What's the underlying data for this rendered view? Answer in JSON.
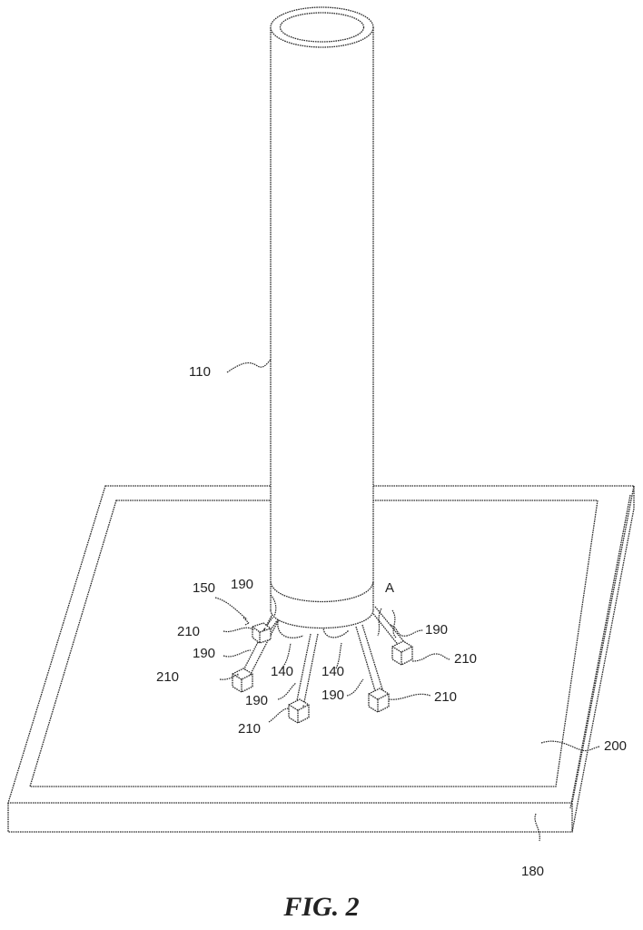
{
  "figure": {
    "caption": "FIG. 2",
    "labels": {
      "tube": "110",
      "assembly": "150",
      "section": "A",
      "plate_top": "200",
      "plate_edge": "180",
      "pad_140_left": "140",
      "pad_140_right": "140",
      "leg_190_top_left": "190",
      "leg_190_left": "190",
      "leg_190_front_left": "190",
      "leg_190_front_right": "190",
      "leg_190_right": "190",
      "foot_210_back_left": "210",
      "foot_210_left": "210",
      "foot_210_front_left": "210",
      "foot_210_front_right": "210",
      "foot_210_right": "210"
    }
  }
}
